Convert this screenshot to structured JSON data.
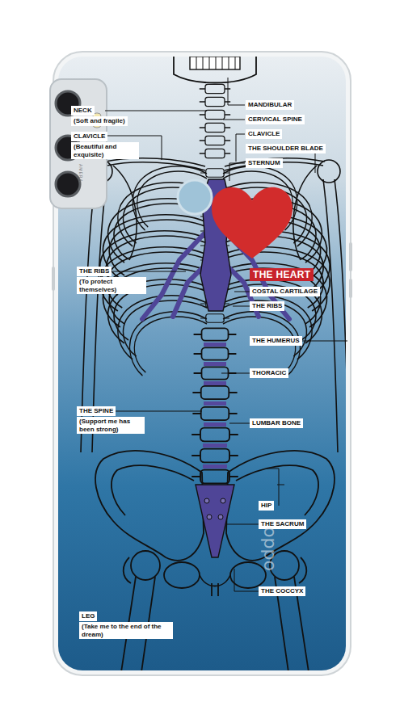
{
  "diagram": {
    "labels": [
      "NECK",
      "(Soft and fragile)",
      "CLAVICLE",
      "(Beautiful and exquisite)",
      "MANDIBULAR",
      "CERVICAL SPINE",
      "CLAVICLE",
      "THE SHOULDER BLADE",
      "STERNUM",
      "THE RIBS",
      "(To protect themselves)",
      "THE HEART",
      "COSTAL CARTILAGE",
      "THE RIBS",
      "THE HUMERUS",
      "THORACIC",
      "THE SPINE",
      "(Support me has been strong)",
      "LUMBAR BONE",
      "HIP",
      "THE SACRUM",
      "THE COCCYX",
      "LEG",
      "(Take me to the end of the dream)",
      "AMERA",
      "oppo"
    ]
  }
}
